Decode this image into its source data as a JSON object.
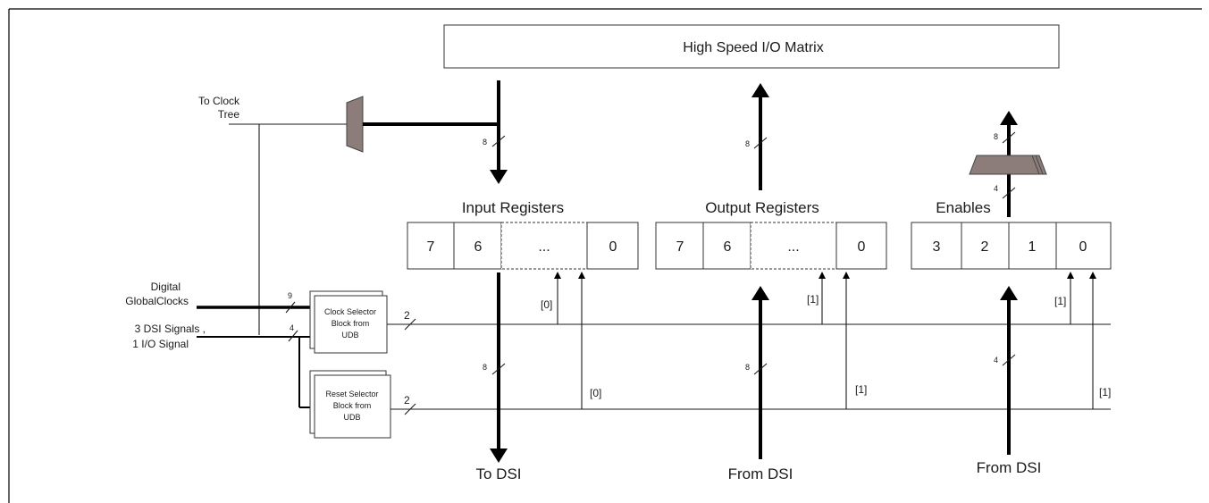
{
  "io_matrix": {
    "label": "High Speed I/O Matrix"
  },
  "to_clock_tree": {
    "line1": "To Clock",
    "line2": "Tree"
  },
  "input_registers": {
    "title": "Input Registers",
    "cells": [
      "7",
      "6",
      "...",
      "0"
    ]
  },
  "output_registers": {
    "title": "Output Registers",
    "cells": [
      "7",
      "6",
      "...",
      "0"
    ]
  },
  "enables": {
    "title": "Enables",
    "cells": [
      "3",
      "2",
      "1",
      "0"
    ]
  },
  "digital_global_clocks": {
    "line1": "Digital",
    "line2": "GlobalClocks"
  },
  "dsi_signals": {
    "line1": "3  DSI Signals  ,",
    "line2": "1 I/O Signal"
  },
  "clock_selector": {
    "line1": "Clock Selector",
    "line2": "Block from",
    "line3": "UDB"
  },
  "reset_selector": {
    "line1": "Reset Selector",
    "line2": "Block from",
    "line3": "UDB"
  },
  "bus_widths": {
    "in_top": "8",
    "out_top": "8",
    "en_top": "8",
    "en_mid": "4",
    "clocks": "9",
    "dsi": "4",
    "clk_sel_out": "2",
    "rst_sel_out": "2",
    "in_bottom": "8",
    "out_bottom": "8",
    "en_bottom": "4"
  },
  "bit_labels": {
    "in_clk": "[0]",
    "in_rst": "[0]",
    "out_clk": "[1]",
    "out_rst": "[1]",
    "en_clk": "[1]",
    "en_rst": "[1]"
  },
  "bottom_labels": {
    "to_dsi": "To DSI",
    "from_dsi_1": "From DSI",
    "from_dsi_2": "From DSI"
  }
}
